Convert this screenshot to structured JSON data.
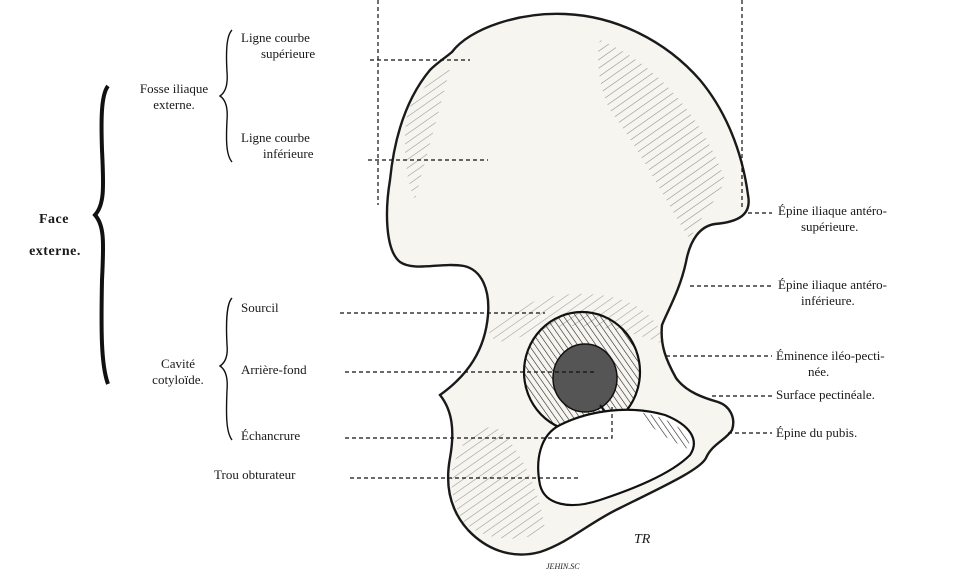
{
  "face": {
    "line1": "Face",
    "line2": "externe."
  },
  "groups": {
    "fosse": {
      "line1": "Fosse iliaque",
      "line2": "externe."
    },
    "cavite": {
      "line1": "Cavité",
      "line2": "cotyloïde."
    }
  },
  "labels": {
    "ligne_sup_1": "Ligne courbe",
    "ligne_sup_2": "supérieure",
    "ligne_inf_1": "Ligne courbe",
    "ligne_inf_2": "inférieure",
    "sourcil": "Sourcil",
    "arriere_fond": "Arrière-fond",
    "echancrure": "Échancrure",
    "trou": "Trou obturateur",
    "epine_sup_1": "Épine iliaque antéro-",
    "epine_sup_2": "supérieure.",
    "epine_inf_1": "Épine iliaque antéro-",
    "epine_inf_2": "inférieure.",
    "eminence_1": "Éminence iléo-pecti-",
    "eminence_2": "née.",
    "surface": "Surface pectinéale.",
    "pubis": "Épine du pubis."
  },
  "signatures": {
    "artist": "TR",
    "engraver": "JEHIN.SC"
  }
}
